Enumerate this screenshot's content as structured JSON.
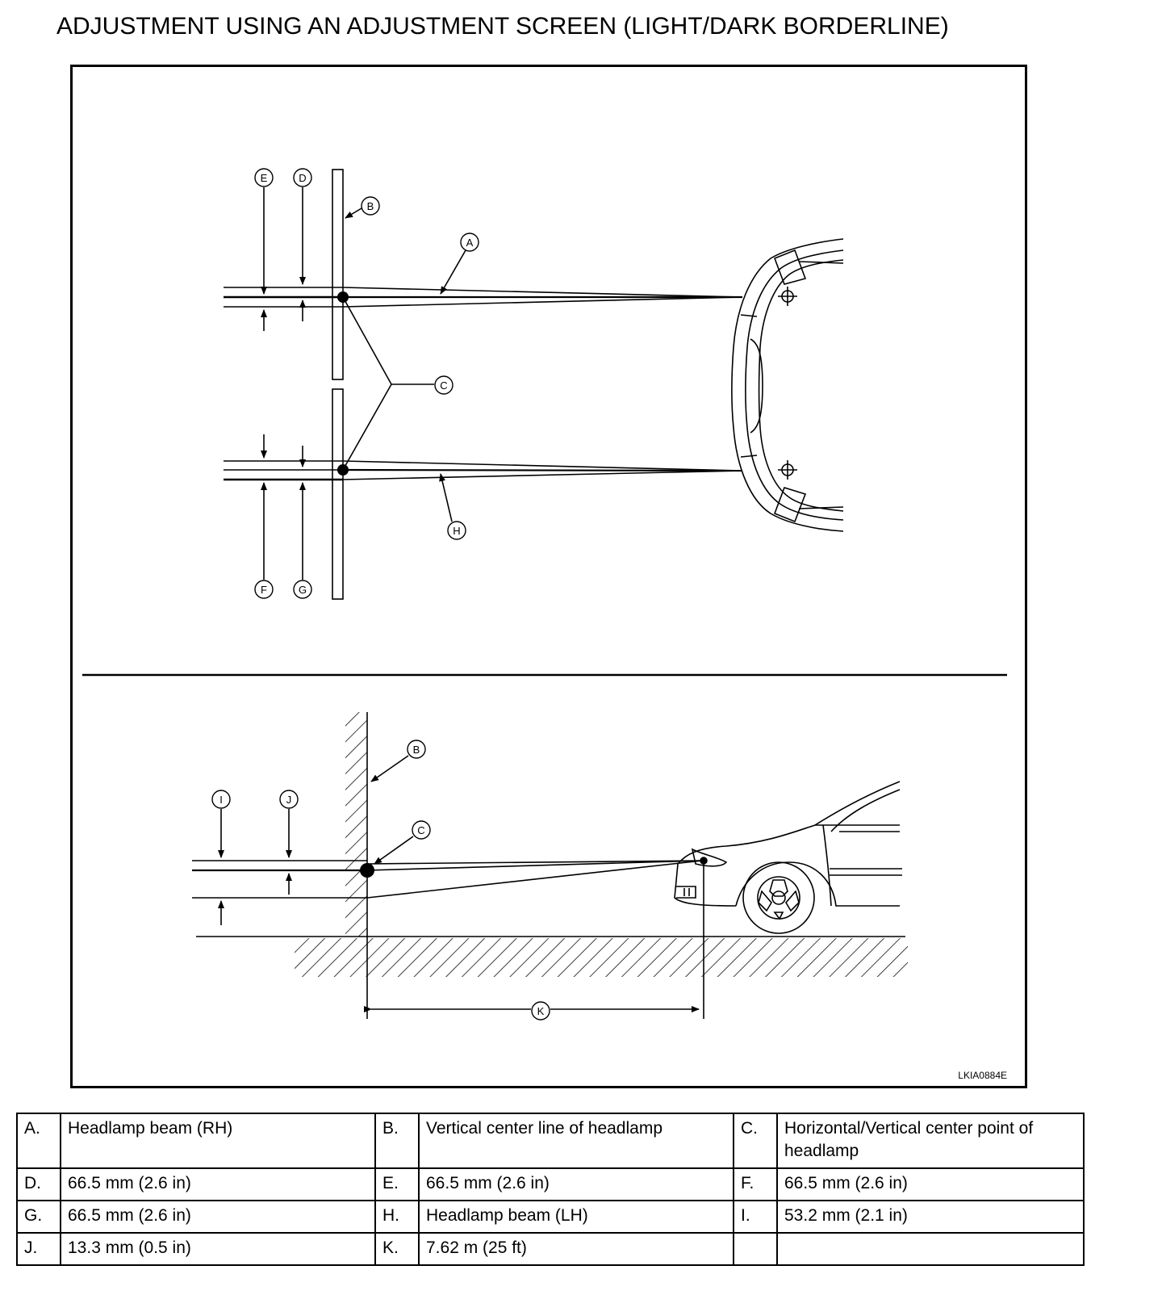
{
  "title": "ADJUSTMENT USING AN ADJUSTMENT SCREEN (LIGHT/DARK BORDERLINE)",
  "figure_id": "LKIA0884E",
  "callouts": {
    "A": "A",
    "B": "B",
    "C": "C",
    "D": "D",
    "E": "E",
    "F": "F",
    "G": "G",
    "H": "H",
    "I": "I",
    "J": "J",
    "K": "K"
  },
  "legend": [
    [
      {
        "key": "A.",
        "value": "Headlamp beam (RH)"
      },
      {
        "key": "B.",
        "value": "Vertical center line of headlamp"
      },
      {
        "key": "C.",
        "value": "Horizontal/Vertical center point of headlamp"
      }
    ],
    [
      {
        "key": "D.",
        "value": "66.5 mm (2.6 in)"
      },
      {
        "key": "E.",
        "value": "66.5 mm (2.6 in)"
      },
      {
        "key": "F.",
        "value": "66.5 mm (2.6 in)"
      }
    ],
    [
      {
        "key": "G.",
        "value": "66.5 mm (2.6 in)"
      },
      {
        "key": "H.",
        "value": "Headlamp beam (LH)"
      },
      {
        "key": "I.",
        "value": "53.2 mm (2.1 in)"
      }
    ],
    [
      {
        "key": "J.",
        "value": "13.3 mm (0.5 in)"
      },
      {
        "key": "K.",
        "value": "7.62 m (25 ft)"
      },
      {
        "key": "",
        "value": ""
      }
    ]
  ]
}
